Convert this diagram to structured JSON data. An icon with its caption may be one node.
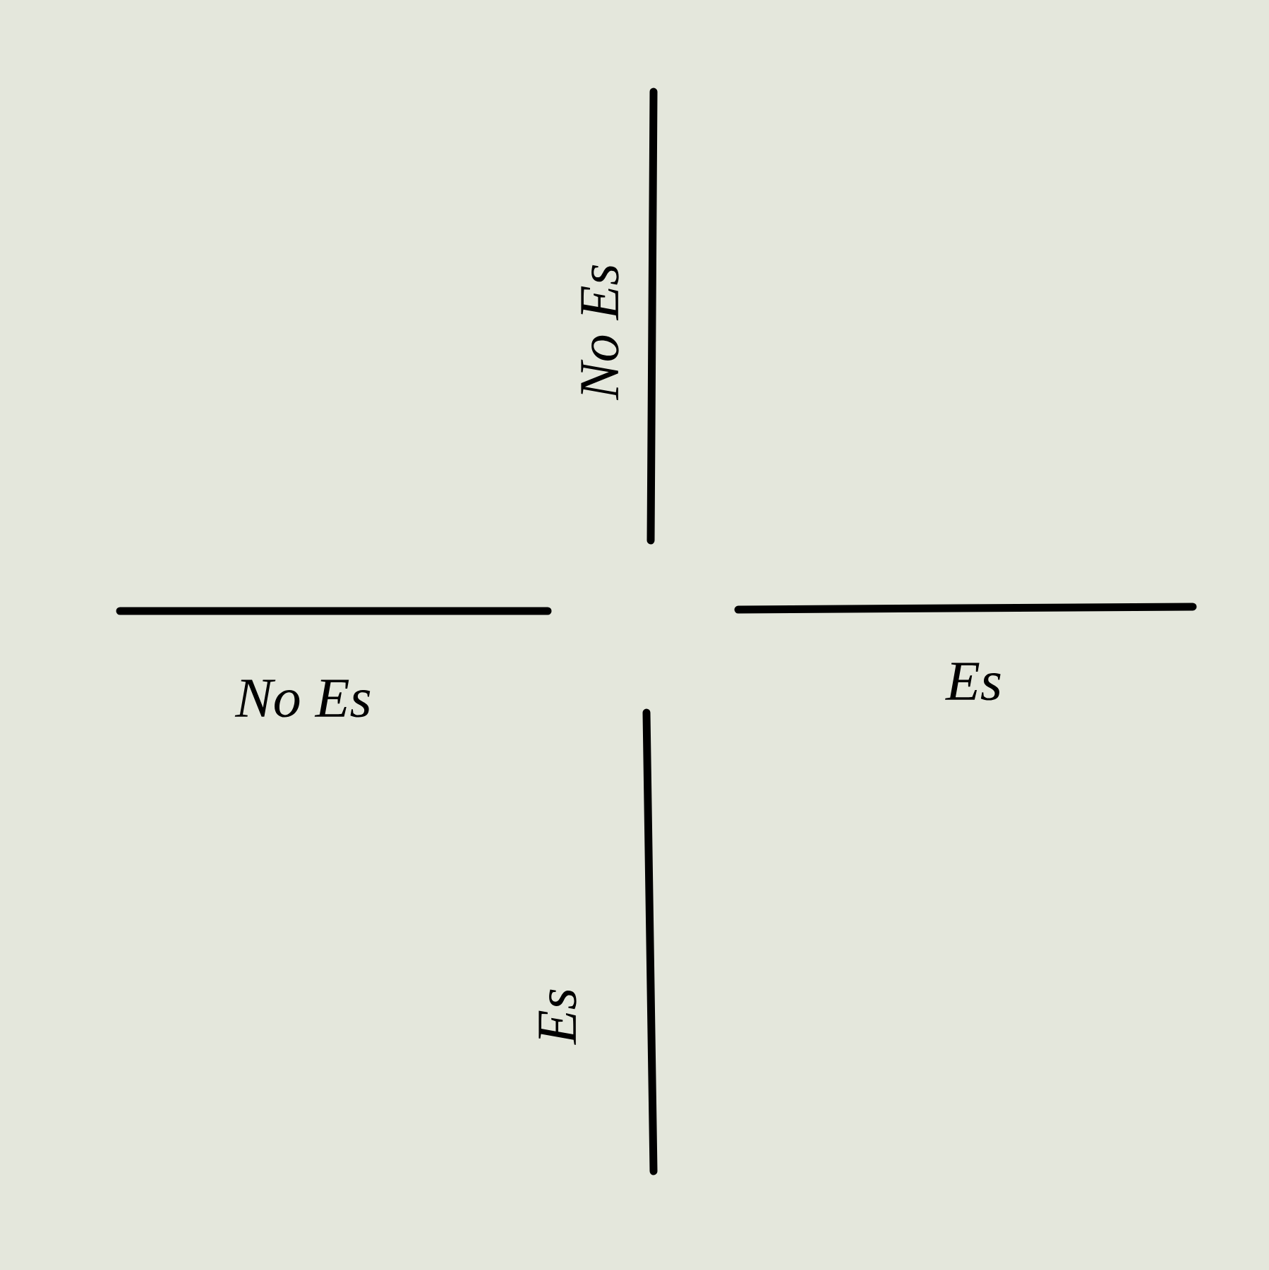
{
  "diagram": {
    "labels": [
      "No Es",
      "No Es",
      "Es",
      "Es"
    ]
  }
}
